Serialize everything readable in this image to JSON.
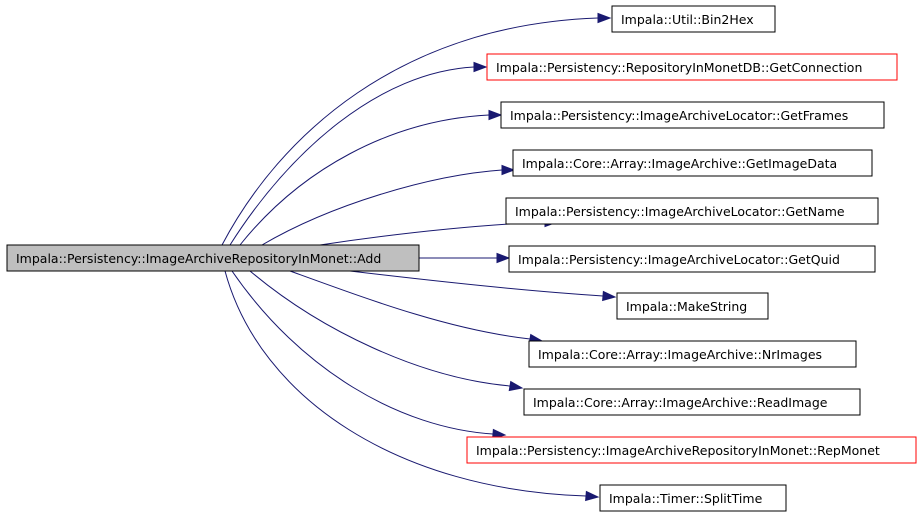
{
  "graph": {
    "root": {
      "label": "Impala::Persistency::ImageArchiveRepositoryInMonet::Add"
    },
    "targets": [
      {
        "label": "Impala::Util::Bin2Hex",
        "external": false
      },
      {
        "label": "Impala::Persistency::RepositoryInMonetDB::GetConnection",
        "external": true
      },
      {
        "label": "Impala::Persistency::ImageArchiveLocator::GetFrames",
        "external": false
      },
      {
        "label": "Impala::Core::Array::ImageArchive::GetImageData",
        "external": false
      },
      {
        "label": "Impala::Persistency::ImageArchiveLocator::GetName",
        "external": false
      },
      {
        "label": "Impala::Persistency::ImageArchiveLocator::GetQuid",
        "external": false
      },
      {
        "label": "Impala::MakeString",
        "external": false
      },
      {
        "label": "Impala::Core::Array::ImageArchive::NrImages",
        "external": false
      },
      {
        "label": "Impala::Core::Array::ImageArchive::ReadImage",
        "external": false
      },
      {
        "label": "Impala::Persistency::ImageArchiveRepositoryInMonet::RepMonet",
        "external": true
      },
      {
        "label": "Impala::Timer::SplitTime",
        "external": false
      }
    ]
  },
  "colors": {
    "edge": "#191970",
    "root_fill": "#bfbfbf",
    "external_border": "#ff0000",
    "node_border": "#000000"
  }
}
